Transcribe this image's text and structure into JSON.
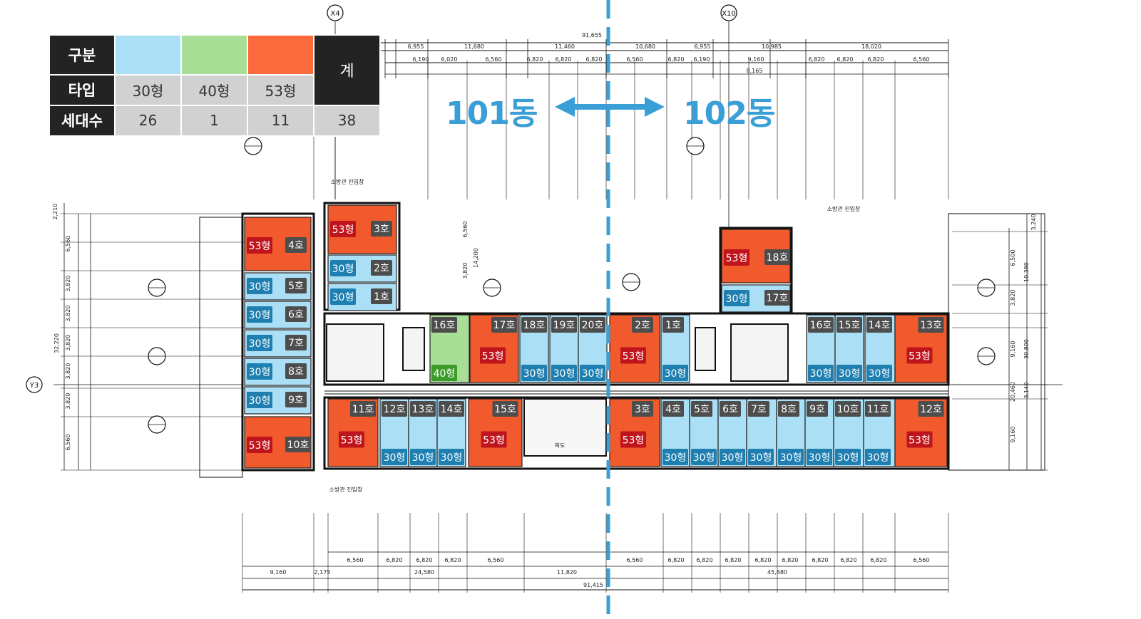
{
  "legend": {
    "header": "구분",
    "type_label": "타입",
    "count_label": "세대수",
    "total_label": "계",
    "types": [
      {
        "name": "30형",
        "color": "#aadff5",
        "count": "26"
      },
      {
        "name": "40형",
        "color": "#a9de96",
        "count": "1"
      },
      {
        "name": "53형",
        "color": "#fb6a3d",
        "count": "11"
      }
    ],
    "total": "38"
  },
  "buildings": {
    "left": "101동",
    "right": "102동"
  },
  "grid_markers": [
    "X4",
    "X10",
    "Y3"
  ],
  "colors": {
    "type30": "#aadff5",
    "type40": "#a9de96",
    "type53": "#f05a2c",
    "badge30": "#1e7fb0",
    "badge53": "#c0141c",
    "badge40": "#3c9b2a",
    "room_tag": "#4d4d4d",
    "divider": "#3a9fd6"
  },
  "units": [
    {
      "unit": "4호",
      "type": "53형",
      "t": "53"
    },
    {
      "unit": "5호",
      "type": "30형",
      "t": "30"
    },
    {
      "unit": "6호",
      "type": "30형",
      "t": "30"
    },
    {
      "unit": "7호",
      "type": "30형",
      "t": "30"
    },
    {
      "unit": "8호",
      "type": "30형",
      "t": "30"
    },
    {
      "unit": "9호",
      "type": "30형",
      "t": "30"
    },
    {
      "unit": "10호",
      "type": "53형",
      "t": "53"
    },
    {
      "unit": "3호",
      "type": "53형",
      "t": "53"
    },
    {
      "unit": "2호",
      "type": "30형",
      "t": "30"
    },
    {
      "unit": "1호",
      "type": "30형",
      "t": "30"
    },
    {
      "unit": "16호",
      "type": "40형",
      "t": "40"
    },
    {
      "unit": "17호",
      "type": "53형",
      "t": "53"
    },
    {
      "unit": "18호",
      "type": "30형",
      "t": "30"
    },
    {
      "unit": "19호",
      "type": "30형",
      "t": "30"
    },
    {
      "unit": "20호",
      "type": "30형",
      "t": "30"
    },
    {
      "unit": "11호",
      "type": "53형",
      "t": "53"
    },
    {
      "unit": "12호",
      "type": "30형",
      "t": "30"
    },
    {
      "unit": "13호",
      "type": "30형",
      "t": "30"
    },
    {
      "unit": "14호",
      "type": "30형",
      "t": "30"
    },
    {
      "unit": "15호",
      "type": "53형",
      "t": "53"
    },
    {
      "unit": "2호",
      "type": "53형",
      "t": "53"
    },
    {
      "unit": "1호",
      "type": "30형",
      "t": "30"
    },
    {
      "unit": "3호",
      "type": "53형",
      "t": "53"
    },
    {
      "unit": "4호",
      "type": "30형",
      "t": "30"
    },
    {
      "unit": "5호",
      "type": "30형",
      "t": "30"
    },
    {
      "unit": "6호",
      "type": "30형",
      "t": "30"
    },
    {
      "unit": "7호",
      "type": "30형",
      "t": "30"
    },
    {
      "unit": "8호",
      "type": "30형",
      "t": "30"
    },
    {
      "unit": "9호",
      "type": "30형",
      "t": "30"
    },
    {
      "unit": "10호",
      "type": "30형",
      "t": "30"
    },
    {
      "unit": "11호",
      "type": "30형",
      "t": "30"
    },
    {
      "unit": "12호",
      "type": "53형",
      "t": "53"
    },
    {
      "unit": "18호",
      "type": "53형",
      "t": "53"
    },
    {
      "unit": "17호",
      "type": "30형",
      "t": "30"
    },
    {
      "unit": "16호",
      "type": "30형",
      "t": "30"
    },
    {
      "unit": "15호",
      "type": "30형",
      "t": "30"
    },
    {
      "unit": "14호",
      "type": "30형",
      "t": "30"
    },
    {
      "unit": "13호",
      "type": "53형",
      "t": "53"
    }
  ],
  "dimensions": {
    "top_total": "91,655",
    "top_row": [
      "6,955",
      "11,680",
      "11,460",
      "10,680",
      "6,955",
      "10,985",
      "18,020"
    ],
    "top_row2": [
      "6,190",
      "6,020",
      "6,560",
      "6,820",
      "6,820",
      "6,820",
      "6,560",
      "6,820",
      "6,190",
      "9,160",
      "6,820",
      "6,820",
      "6,820",
      "6,560"
    ],
    "bottom_row": [
      "6,560",
      "6,820",
      "6,820",
      "6,820",
      "6,560",
      "6,560",
      "6,820",
      "6,820",
      "6,820",
      "6,820",
      "6,820",
      "6,820",
      "6,820",
      "6,820",
      "6,560"
    ],
    "bottom_row2": [
      "9,160",
      "2,175",
      "24,580",
      "11,820",
      "45,680"
    ],
    "bottom_total": "91,415",
    "left_side": [
      "2,210",
      "6,560",
      "3,820",
      "3,820",
      "3,820",
      "3,820",
      "3,820",
      "6,560",
      "32,220"
    ],
    "right_side": [
      "6,500",
      "3,820",
      "10,380",
      "9,160",
      "30,800",
      "3,140",
      "20,460",
      "9,160",
      "3,240"
    ],
    "mid": [
      "6,560",
      "3,820",
      "14,200",
      "8,165"
    ]
  },
  "notes": {
    "fire_entry": "소방관 진입창",
    "corridor": "복도"
  }
}
